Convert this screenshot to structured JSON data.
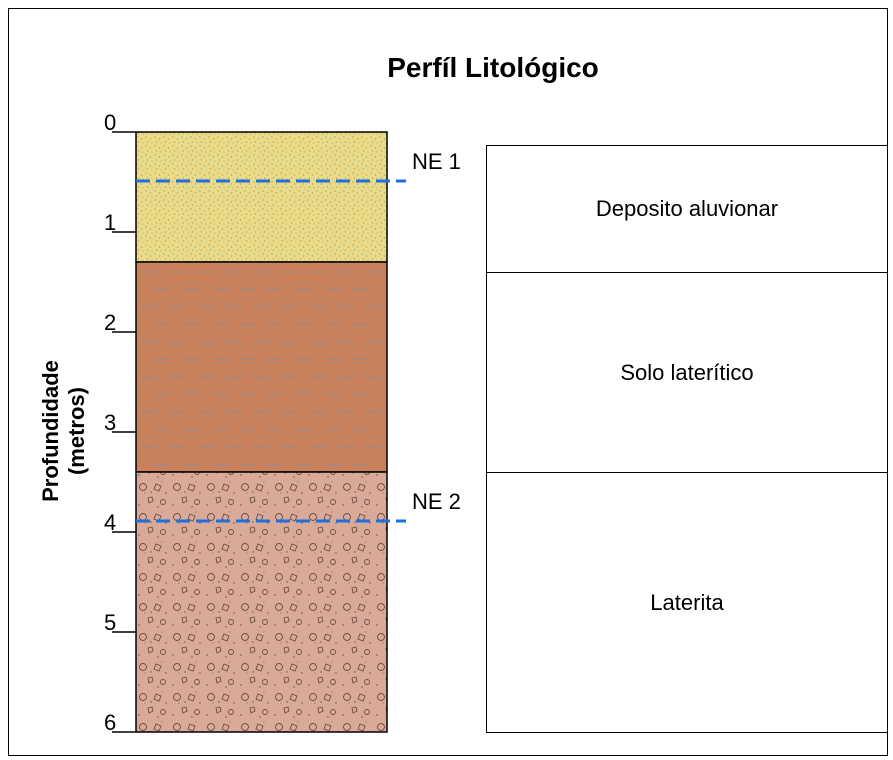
{
  "title": "Perfíl Litológico",
  "ylabel_line1": "Profundidade",
  "ylabel_line2": "(metros)",
  "depth_ticks": [
    "0",
    "1",
    "2",
    "3",
    "4",
    "5",
    "6"
  ],
  "layers": [
    {
      "name": "Deposito aluvionar",
      "top_m": 0,
      "bottom_m": 1.3,
      "color": "#e6dc8c",
      "pattern": "sand"
    },
    {
      "name": "Solo laterítico",
      "top_m": 1.3,
      "bottom_m": 3.4,
      "color": "#c9805c",
      "pattern": "dashes"
    },
    {
      "name": "Laterita",
      "top_m": 3.4,
      "bottom_m": 6.0,
      "color": "#d9aa98",
      "pattern": "gravel"
    }
  ],
  "water_levels": [
    {
      "label": "NE 1",
      "depth_m": 0.5,
      "color": "#1f6fe0"
    },
    {
      "label": "NE 2",
      "depth_m": 3.9,
      "color": "#1f6fe0"
    }
  ]
}
